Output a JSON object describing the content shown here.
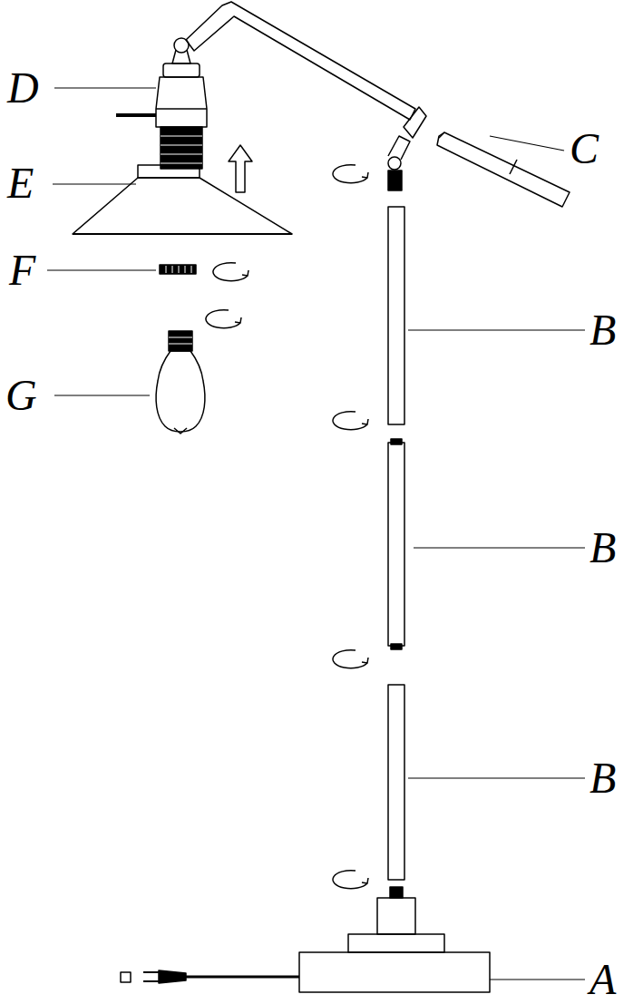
{
  "diagram": {
    "labels": [
      "D",
      "C",
      "E",
      "F",
      "B",
      "G",
      "B",
      "B",
      "A"
    ]
  }
}
